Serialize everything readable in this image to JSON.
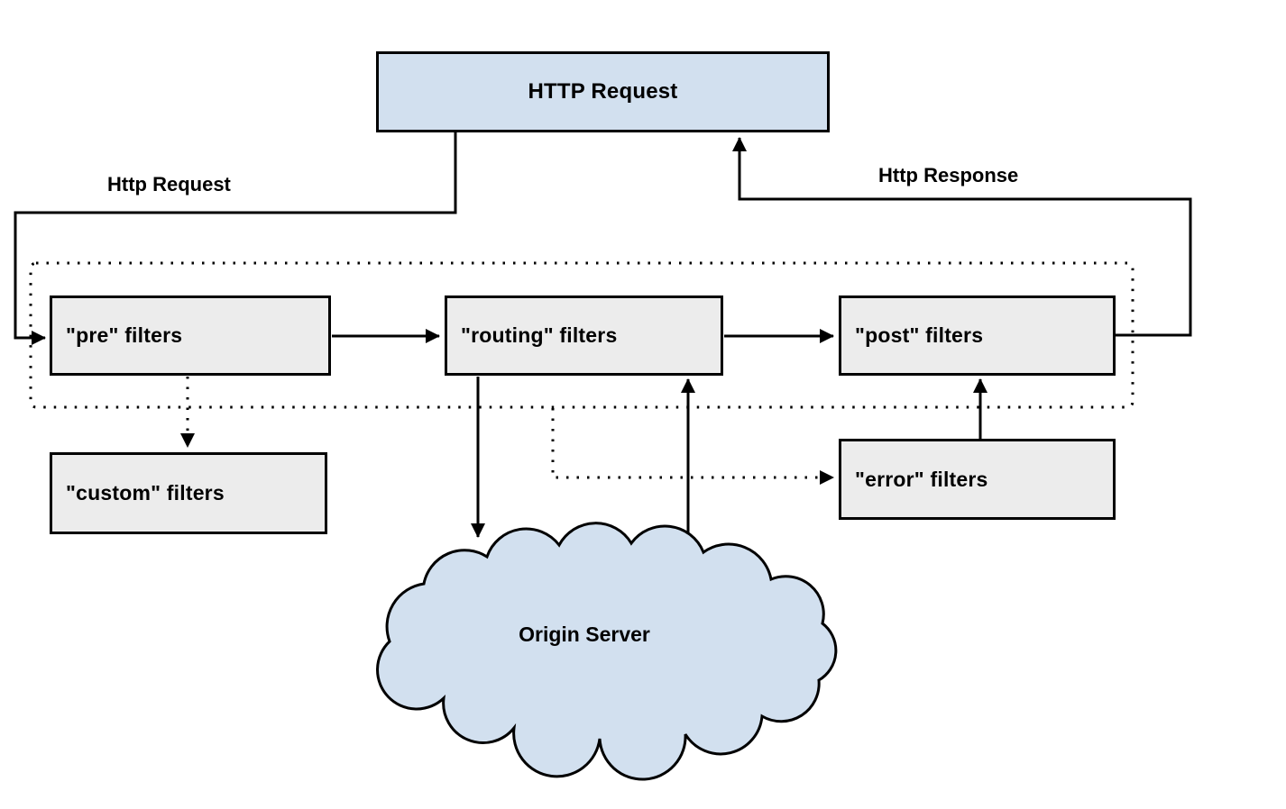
{
  "diagram": {
    "nodes": {
      "http_request": {
        "label": "HTTP Request"
      },
      "pre": {
        "label": "\"pre\" filters"
      },
      "routing": {
        "label": "\"routing\" filters"
      },
      "post": {
        "label": "\"post\" filters"
      },
      "custom": {
        "label": "\"custom\" filters"
      },
      "error": {
        "label": "\"error\" filters"
      },
      "origin_server": {
        "label": "Origin Server"
      }
    },
    "edge_labels": {
      "http_request": "Http Request",
      "http_response": "Http Response"
    },
    "edges": [
      {
        "from": "http_request",
        "to": "pre",
        "label": "Http Request",
        "style": "solid"
      },
      {
        "from": "pre",
        "to": "routing",
        "style": "solid"
      },
      {
        "from": "routing",
        "to": "post",
        "style": "solid"
      },
      {
        "from": "post",
        "to": "http_request",
        "label": "Http Response",
        "style": "solid"
      },
      {
        "from": "pre",
        "to": "custom",
        "style": "dotted"
      },
      {
        "from": "routing",
        "to": "origin_server",
        "style": "solid"
      },
      {
        "from": "origin_server",
        "to": "routing",
        "style": "solid"
      },
      {
        "from": "error",
        "to": "post",
        "style": "solid"
      },
      {
        "from": "filter_chain",
        "to": "error",
        "style": "dotted"
      }
    ],
    "colors": {
      "node_blue_fill": "#d2e0ef",
      "node_gray_fill": "#ececec",
      "stroke": "#000000",
      "background": "#ffffff"
    }
  }
}
